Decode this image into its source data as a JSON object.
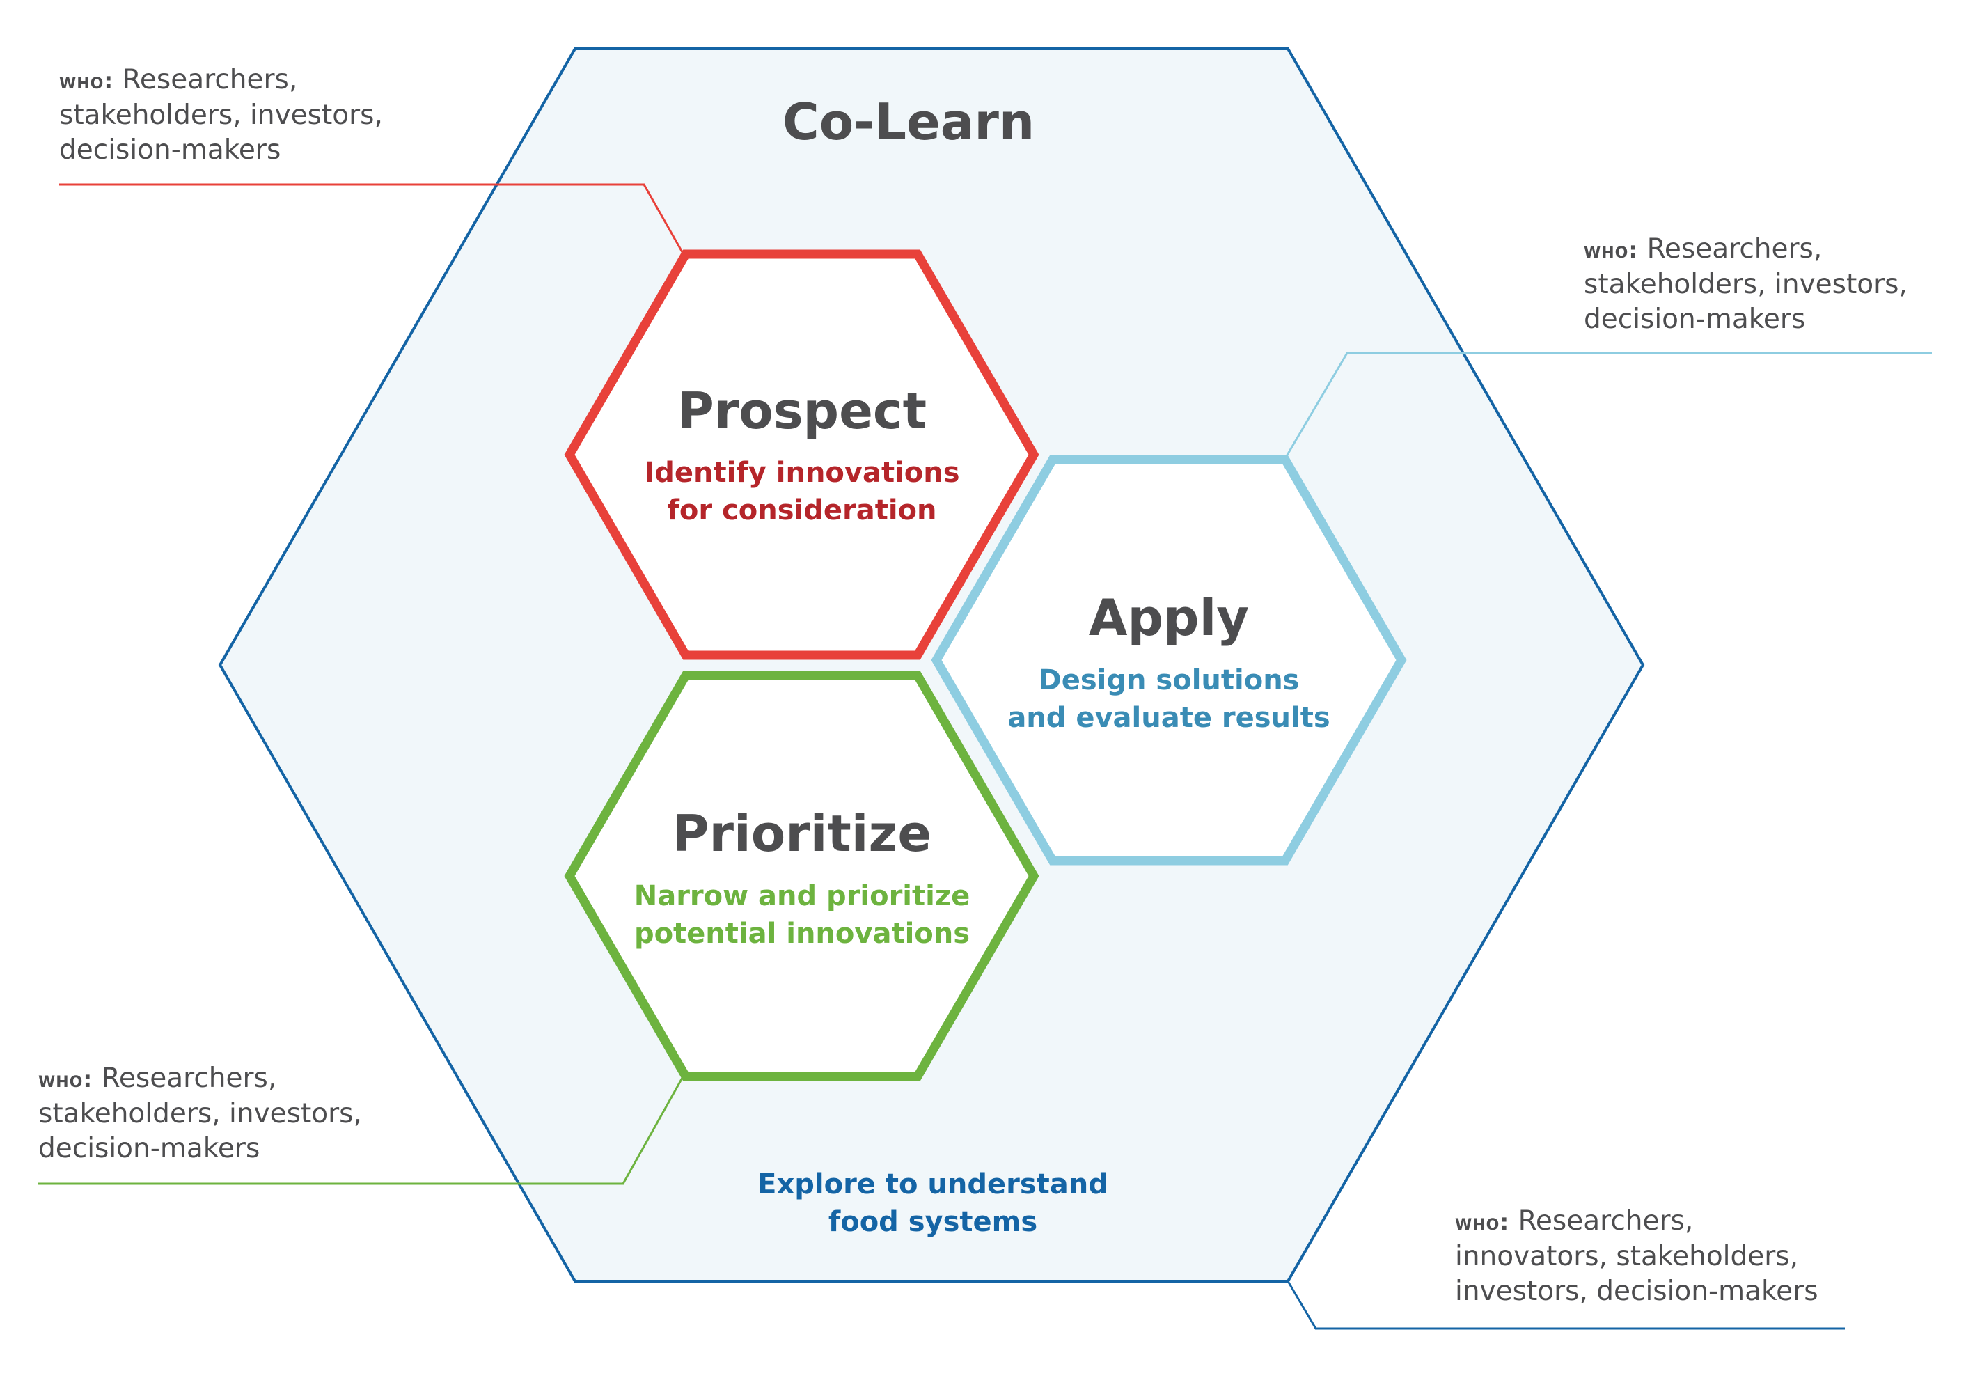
{
  "outer": {
    "title": "Co-Learn",
    "subtitle_lines": [
      "Explore to understand",
      "food systems"
    ]
  },
  "stages": {
    "prospect": {
      "title": "Prospect",
      "subtitle_lines": [
        "Identify innovations",
        "for consideration"
      ]
    },
    "apply": {
      "title": "Apply",
      "subtitle_lines": [
        "Design solutions",
        "and evaluate results"
      ]
    },
    "prioritize": {
      "title": "Prioritize",
      "subtitle_lines": [
        "Narrow and prioritize",
        "potential innovations"
      ]
    }
  },
  "who": {
    "prospect": {
      "label": "who:",
      "lines": [
        " Researchers,",
        "stakeholders, investors,",
        "decision-makers"
      ]
    },
    "apply": {
      "label": "who:",
      "lines": [
        " Researchers,",
        "stakeholders, investors,",
        "decision-makers"
      ]
    },
    "prioritize": {
      "label": "who:",
      "lines": [
        " Researchers,",
        "stakeholders, investors,",
        "decision-makers"
      ]
    },
    "colearn": {
      "label": "who:",
      "lines": [
        " Researchers,",
        "innovators, stakeholders,",
        "investors, decision-makers"
      ]
    }
  },
  "colors": {
    "outer_stroke": "#1464a5",
    "outer_fill": "#f1f7fa",
    "prospect": "#e8413a",
    "prospect_text": "#b5252a",
    "apply": "#8ecde1",
    "apply_text": "#3a8cb5",
    "prioritize": "#6db33f",
    "prioritize_text": "#6db33f",
    "outer_text": "#1464a5",
    "title_text": "#4d4d4f"
  }
}
